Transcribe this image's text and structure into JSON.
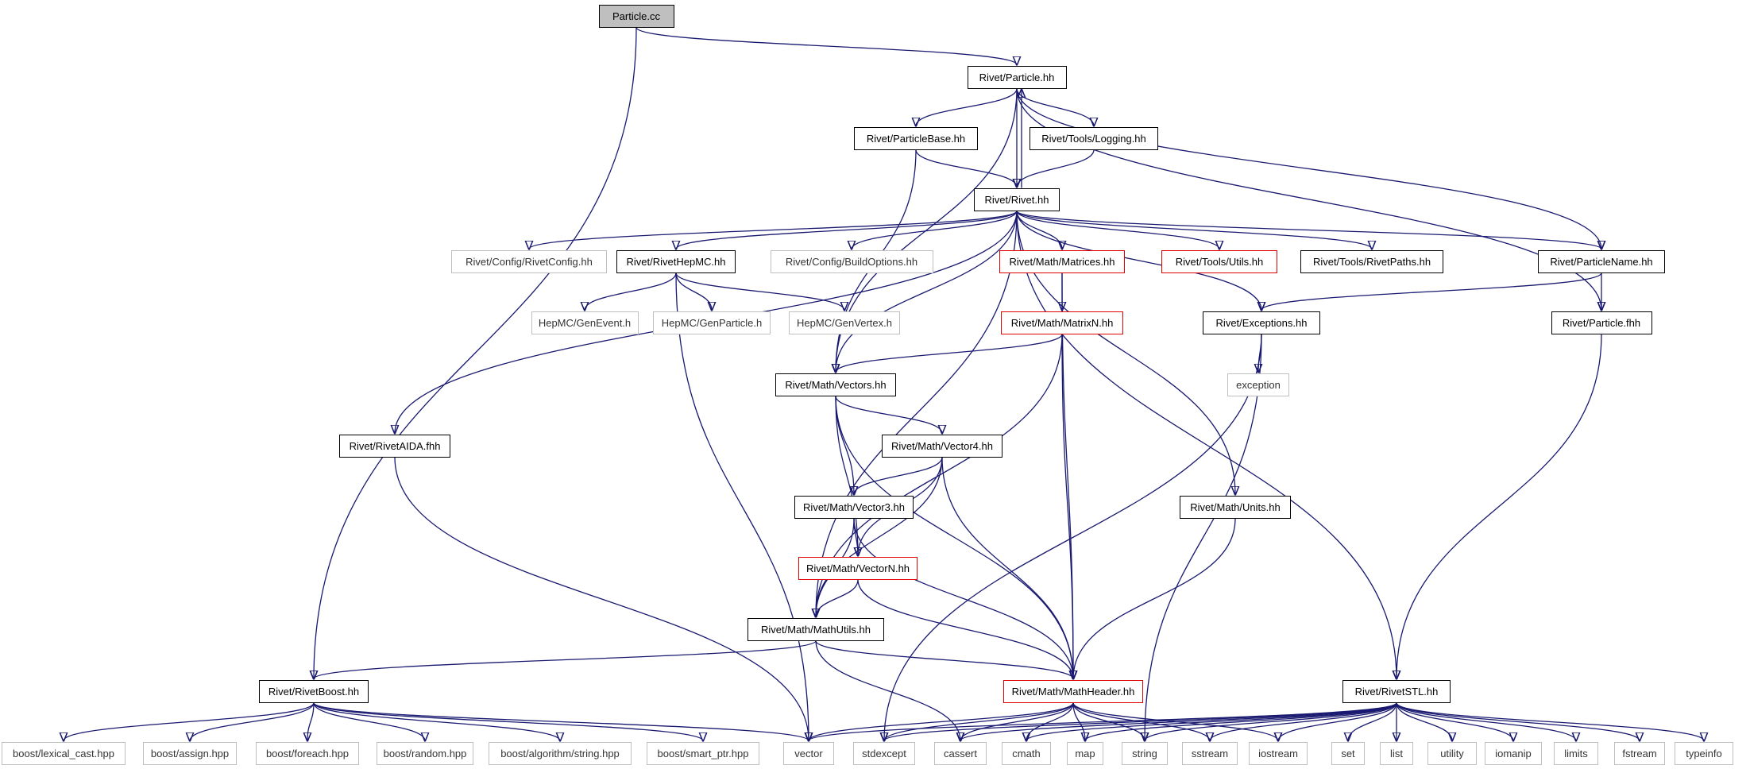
{
  "diagram": {
    "nodes": [
      {
        "id": "particle_cc",
        "label": "Particle.cc",
        "kind": "root"
      },
      {
        "id": "particle_hh",
        "label": "Rivet/Particle.hh",
        "kind": "normal"
      },
      {
        "id": "particlebase_hh",
        "label": "Rivet/ParticleBase.hh",
        "kind": "normal"
      },
      {
        "id": "logging_hh",
        "label": "Rivet/Tools/Logging.hh",
        "kind": "normal"
      },
      {
        "id": "rivet_hh",
        "label": "Rivet/Rivet.hh",
        "kind": "normal"
      },
      {
        "id": "rivetconfig_hh",
        "label": "Rivet/Config/RivetConfig.hh",
        "kind": "external"
      },
      {
        "id": "rivethepmc_hh",
        "label": "Rivet/RivetHepMC.hh",
        "kind": "normal"
      },
      {
        "id": "buildoptions_hh",
        "label": "Rivet/Config/BuildOptions.hh",
        "kind": "external"
      },
      {
        "id": "matrices_hh",
        "label": "Rivet/Math/Matrices.hh",
        "kind": "truncated"
      },
      {
        "id": "utils_hh",
        "label": "Rivet/Tools/Utils.hh",
        "kind": "truncated"
      },
      {
        "id": "rivetpaths_hh",
        "label": "Rivet/Tools/RivetPaths.hh",
        "kind": "normal"
      },
      {
        "id": "particlename_hh",
        "label": "Rivet/ParticleName.hh",
        "kind": "normal"
      },
      {
        "id": "genevent_h",
        "label": "HepMC/GenEvent.h",
        "kind": "external"
      },
      {
        "id": "genparticle_h",
        "label": "HepMC/GenParticle.h",
        "kind": "external"
      },
      {
        "id": "genvertex_h",
        "label": "HepMC/GenVertex.h",
        "kind": "external"
      },
      {
        "id": "matrixn_hh",
        "label": "Rivet/Math/MatrixN.hh",
        "kind": "truncated"
      },
      {
        "id": "exceptions_hh",
        "label": "Rivet/Exceptions.hh",
        "kind": "normal"
      },
      {
        "id": "particle_fhh",
        "label": "Rivet/Particle.fhh",
        "kind": "normal"
      },
      {
        "id": "vectors_hh",
        "label": "Rivet/Math/Vectors.hh",
        "kind": "normal"
      },
      {
        "id": "exception",
        "label": "exception",
        "kind": "external"
      },
      {
        "id": "rivetaida_fhh",
        "label": "Rivet/RivetAIDA.fhh",
        "kind": "normal"
      },
      {
        "id": "vector4_hh",
        "label": "Rivet/Math/Vector4.hh",
        "kind": "normal"
      },
      {
        "id": "vector3_hh",
        "label": "Rivet/Math/Vector3.hh",
        "kind": "normal"
      },
      {
        "id": "units_hh",
        "label": "Rivet/Math/Units.hh",
        "kind": "normal"
      },
      {
        "id": "vectorn_hh",
        "label": "Rivet/Math/VectorN.hh",
        "kind": "truncated"
      },
      {
        "id": "mathutils_hh",
        "label": "Rivet/Math/MathUtils.hh",
        "kind": "normal"
      },
      {
        "id": "rivetboost_hh",
        "label": "Rivet/RivetBoost.hh",
        "kind": "normal"
      },
      {
        "id": "mathheader_hh",
        "label": "Rivet/Math/MathHeader.hh",
        "kind": "truncated"
      },
      {
        "id": "rivetstl_hh",
        "label": "Rivet/RivetSTL.hh",
        "kind": "normal"
      },
      {
        "id": "lexical_cast_hpp",
        "label": "boost/lexical_cast.hpp",
        "kind": "external"
      },
      {
        "id": "assign_hpp",
        "label": "boost/assign.hpp",
        "kind": "external"
      },
      {
        "id": "foreach_hpp",
        "label": "boost/foreach.hpp",
        "kind": "external"
      },
      {
        "id": "random_hpp",
        "label": "boost/random.hpp",
        "kind": "external"
      },
      {
        "id": "algorithm_string_hpp",
        "label": "boost/algorithm/string.hpp",
        "kind": "external"
      },
      {
        "id": "smart_ptr_hpp",
        "label": "boost/smart_ptr.hpp",
        "kind": "external"
      },
      {
        "id": "vector",
        "label": "vector",
        "kind": "external"
      },
      {
        "id": "stdexcept",
        "label": "stdexcept",
        "kind": "external"
      },
      {
        "id": "cassert",
        "label": "cassert",
        "kind": "external"
      },
      {
        "id": "cmath",
        "label": "cmath",
        "kind": "external"
      },
      {
        "id": "map",
        "label": "map",
        "kind": "external"
      },
      {
        "id": "string",
        "label": "string",
        "kind": "external"
      },
      {
        "id": "sstream",
        "label": "sstream",
        "kind": "external"
      },
      {
        "id": "iostream",
        "label": "iostream",
        "kind": "external"
      },
      {
        "id": "set",
        "label": "set",
        "kind": "external"
      },
      {
        "id": "list",
        "label": "list",
        "kind": "external"
      },
      {
        "id": "utility",
        "label": "utility",
        "kind": "external"
      },
      {
        "id": "iomanip",
        "label": "iomanip",
        "kind": "external"
      },
      {
        "id": "limits",
        "label": "limits",
        "kind": "external"
      },
      {
        "id": "fstream",
        "label": "fstream",
        "kind": "external"
      },
      {
        "id": "typeinfo",
        "label": "typeinfo",
        "kind": "external"
      }
    ],
    "edges": [
      [
        "particle_cc",
        "particle_hh"
      ],
      [
        "particle_cc",
        "rivetboost_hh"
      ],
      [
        "particle_hh",
        "particlebase_hh"
      ],
      [
        "particle_hh",
        "logging_hh"
      ],
      [
        "particle_hh",
        "rivet_hh"
      ],
      [
        "particle_hh",
        "vectors_hh"
      ],
      [
        "particle_hh",
        "particlename_hh"
      ],
      [
        "particle_hh",
        "particle_fhh"
      ],
      [
        "rivet_hh",
        "particle_hh"
      ],
      [
        "particlebase_hh",
        "rivet_hh"
      ],
      [
        "particlebase_hh",
        "vectors_hh"
      ],
      [
        "logging_hh",
        "rivet_hh"
      ],
      [
        "rivet_hh",
        "rivetaida_fhh"
      ],
      [
        "rivet_hh",
        "mathutils_hh"
      ],
      [
        "rivet_hh",
        "rivetconfig_hh"
      ],
      [
        "rivet_hh",
        "rivethepmc_hh"
      ],
      [
        "rivet_hh",
        "buildoptions_hh"
      ],
      [
        "rivet_hh",
        "matrices_hh"
      ],
      [
        "rivet_hh",
        "vectors_hh"
      ],
      [
        "rivet_hh",
        "utils_hh"
      ],
      [
        "rivet_hh",
        "rivetpaths_hh"
      ],
      [
        "rivet_hh",
        "particlename_hh"
      ],
      [
        "rivet_hh",
        "exceptions_hh"
      ],
      [
        "rivet_hh",
        "units_hh"
      ],
      [
        "rivet_hh",
        "rivetstl_hh"
      ],
      [
        "rivethepmc_hh",
        "genevent_h"
      ],
      [
        "rivethepmc_hh",
        "genparticle_h"
      ],
      [
        "rivethepmc_hh",
        "genvertex_h"
      ],
      [
        "rivethepmc_hh",
        "vector"
      ],
      [
        "matrices_hh",
        "matrixn_hh"
      ],
      [
        "matrices_hh",
        "mathheader_hh"
      ],
      [
        "matrixn_hh",
        "vectors_hh"
      ],
      [
        "matrixn_hh",
        "mathutils_hh"
      ],
      [
        "matrixn_hh",
        "mathheader_hh"
      ],
      [
        "particlename_hh",
        "exceptions_hh"
      ],
      [
        "particlename_hh",
        "particle_fhh"
      ],
      [
        "exceptions_hh",
        "exception"
      ],
      [
        "exceptions_hh",
        "stdexcept"
      ],
      [
        "exceptions_hh",
        "string"
      ],
      [
        "particle_fhh",
        "rivetstl_hh"
      ],
      [
        "vectors_hh",
        "vector4_hh"
      ],
      [
        "vectors_hh",
        "vector3_hh"
      ],
      [
        "vectors_hh",
        "vectorn_hh"
      ],
      [
        "vectors_hh",
        "mathheader_hh"
      ],
      [
        "vector4_hh",
        "vector3_hh"
      ],
      [
        "vector4_hh",
        "vectorn_hh"
      ],
      [
        "vector4_hh",
        "mathutils_hh"
      ],
      [
        "vector4_hh",
        "mathheader_hh"
      ],
      [
        "vector3_hh",
        "vectorn_hh"
      ],
      [
        "vector3_hh",
        "mathutils_hh"
      ],
      [
        "vector3_hh",
        "mathheader_hh"
      ],
      [
        "vectorn_hh",
        "mathutils_hh"
      ],
      [
        "vectorn_hh",
        "mathheader_hh"
      ],
      [
        "mathutils_hh",
        "rivetboost_hh"
      ],
      [
        "mathutils_hh",
        "mathheader_hh"
      ],
      [
        "mathutils_hh",
        "cassert"
      ],
      [
        "units_hh",
        "mathheader_hh"
      ],
      [
        "rivetaida_fhh",
        "vector"
      ],
      [
        "rivetboost_hh",
        "lexical_cast_hpp"
      ],
      [
        "rivetboost_hh",
        "assign_hpp"
      ],
      [
        "rivetboost_hh",
        "foreach_hpp"
      ],
      [
        "rivetboost_hh",
        "random_hpp"
      ],
      [
        "rivetboost_hh",
        "algorithm_string_hpp"
      ],
      [
        "rivetboost_hh",
        "smart_ptr_hpp"
      ],
      [
        "rivetboost_hh",
        "vector"
      ],
      [
        "mathheader_hh",
        "vector"
      ],
      [
        "mathheader_hh",
        "stdexcept"
      ],
      [
        "mathheader_hh",
        "cassert"
      ],
      [
        "mathheader_hh",
        "cmath"
      ],
      [
        "mathheader_hh",
        "map"
      ],
      [
        "mathheader_hh",
        "string"
      ],
      [
        "mathheader_hh",
        "sstream"
      ],
      [
        "mathheader_hh",
        "iostream"
      ],
      [
        "rivetstl_hh",
        "vector"
      ],
      [
        "rivetstl_hh",
        "stdexcept"
      ],
      [
        "rivetstl_hh",
        "cassert"
      ],
      [
        "rivetstl_hh",
        "cmath"
      ],
      [
        "rivetstl_hh",
        "map"
      ],
      [
        "rivetstl_hh",
        "string"
      ],
      [
        "rivetstl_hh",
        "sstream"
      ],
      [
        "rivetstl_hh",
        "iostream"
      ],
      [
        "rivetstl_hh",
        "set"
      ],
      [
        "rivetstl_hh",
        "list"
      ],
      [
        "rivetstl_hh",
        "utility"
      ],
      [
        "rivetstl_hh",
        "iomanip"
      ],
      [
        "rivetstl_hh",
        "limits"
      ],
      [
        "rivetstl_hh",
        "fstream"
      ],
      [
        "rivetstl_hh",
        "typeinfo"
      ]
    ],
    "colors": {
      "edge": "#191970",
      "root_fill": "#bfbfbf",
      "truncated_border": "#e00000",
      "external_border": "#bfbfbf"
    }
  }
}
